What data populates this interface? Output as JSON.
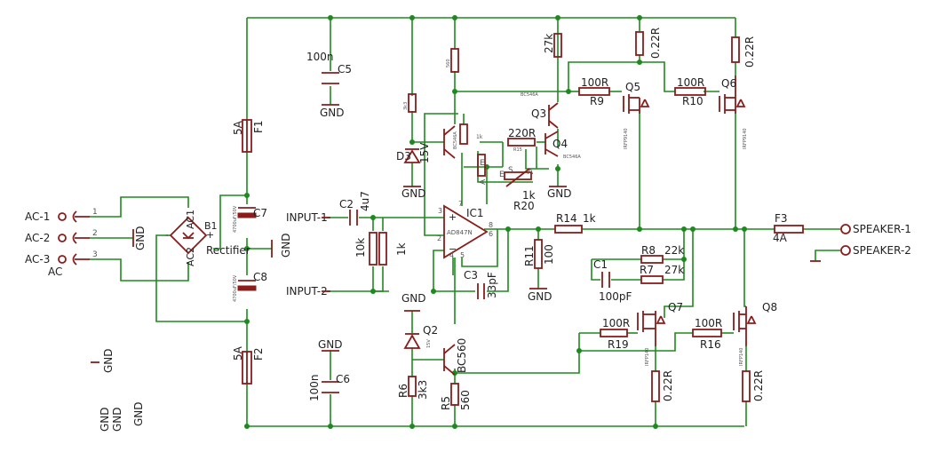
{
  "connectors": {
    "ac1": "AC-1",
    "ac2": "AC-2",
    "ac3": "AC-3",
    "ac": "AC",
    "pin1": "1",
    "pin2": "2",
    "pin3": "3"
  },
  "power": {
    "rectifier_name": "B1",
    "rectifier_value": "Rectifier",
    "ac1_pin": "AC1",
    "ac2_pin": "AC2",
    "plus": "+",
    "minus": "-",
    "c7_name": "C7",
    "c7_value": "4700uF/50V",
    "c8_name": "C8",
    "c8_value": "4700uF/50V",
    "f1_name": "F1",
    "f1_value": "5A",
    "f2_name": "F2",
    "f2_value": "5A",
    "c5_name": "C5",
    "c5_value": "100n",
    "c6_name": "C6",
    "c6_value": "100n"
  },
  "inputs": {
    "input1": "INPUT-1",
    "input2": "INPUT-2"
  },
  "input_stage": {
    "c2_name": "C2",
    "c2_value": "4u7",
    "r10k": "10k",
    "r1k": "1k",
    "ic_name": "IC1",
    "ic_value": "AD847N",
    "pin7": "7",
    "pin3": "3",
    "pin2": "2",
    "pin4": "4",
    "pin5": "5",
    "pin6": "6",
    "pin8": "8",
    "c3_name": "C3",
    "c3_value": "33pF"
  },
  "bias": {
    "d3_name": "D3",
    "d3_value": "15V",
    "q1_value": "BC546A",
    "r_top": "560",
    "r_3k3": "3k3",
    "r_1k": "1k",
    "r15_name": "R15",
    "r15_value": "220R",
    "r20_name": "R20",
    "r20_value": "1k",
    "pot_s": "S",
    "pot_e": "E",
    "pot_a": "A",
    "q3_name": "Q3",
    "q3_value": "BC546A",
    "q4_name": "Q4",
    "q4_value": "BC546A",
    "r27k": "27k"
  },
  "output_stage": {
    "r9_name": "R9",
    "r9_value": "100R",
    "r10_name": "R10",
    "r10_value": "100R",
    "q5_name": "Q5",
    "q5_value": "IRFP9140",
    "q6_name": "Q6",
    "q6_value": "IRFP9140",
    "r_top1": "0.22R",
    "r_top2": "0.22R",
    "r14_name": "R14",
    "r14_value": "1k",
    "r11_name": "R11",
    "r11_value": "100",
    "r8_name": "R8",
    "r8_value": "22k",
    "r7_name": "R7",
    "r7_value": "27k",
    "c1_name": "C1",
    "c1_value": "100pF",
    "r19_name": "R19",
    "r19_value": "100R",
    "r16_name": "R16",
    "r16_value": "100R",
    "q7_name": "Q7",
    "q7_value": "IRFP140",
    "q8_name": "Q8",
    "q8_value": "IRFP140",
    "r_bot1": "0.22R",
    "r_bot2": "0.22R",
    "f3_name": "F3",
    "f3_value": "4A"
  },
  "lower_stage": {
    "d1_value": "15V",
    "q2_name": "Q2",
    "q2_value": "BC560",
    "r6_name": "R6",
    "r6_value": "3k3",
    "r5_name": "R5",
    "r5_value": "560"
  },
  "outputs": {
    "speaker1": "SPEAKER-1",
    "speaker2": "SPEAKER-2"
  },
  "gnd": "GND",
  "colors": {
    "wire": "#1d8a1d",
    "part": "#8a1c1c",
    "text": "#222222"
  }
}
